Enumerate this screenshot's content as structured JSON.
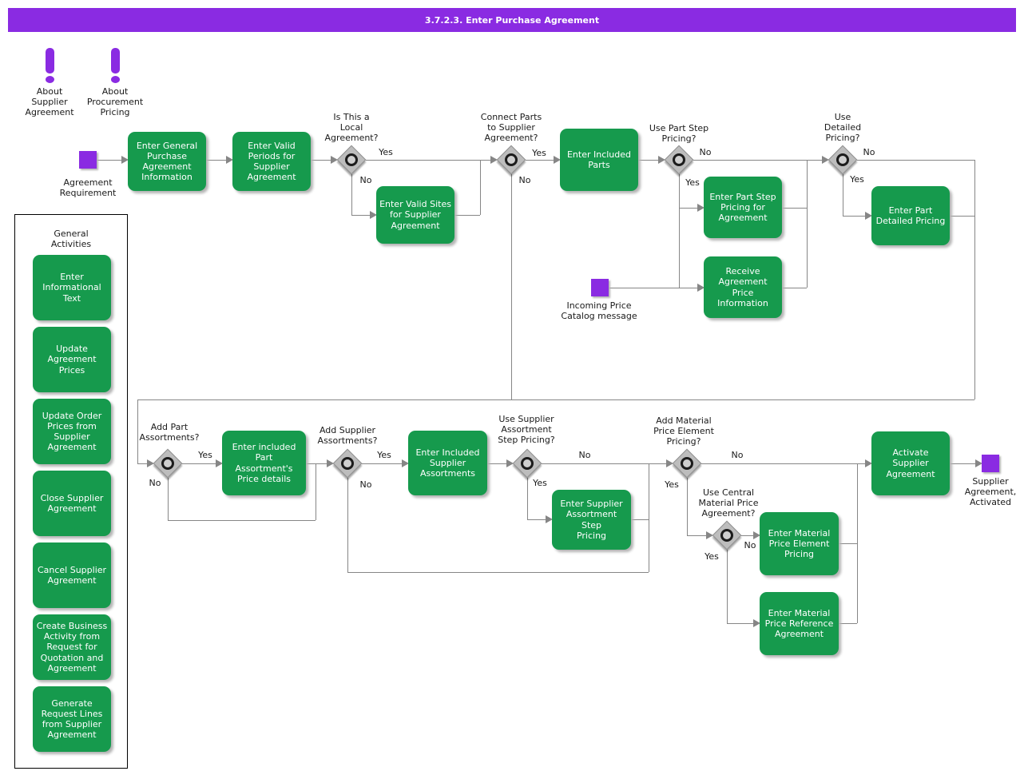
{
  "title": "3.7.2.3. Enter Purchase Agreement",
  "colors": {
    "accent_purple": "#8a2be2",
    "task_green": "#169a4d",
    "connector_gray": "#868686",
    "gateway_gray": "#bdbdbd"
  },
  "info_icons": [
    {
      "icon": "exclamation-icon",
      "label": "About\nSupplier\nAgreement"
    },
    {
      "icon": "exclamation-icon",
      "label": "About\nProcurement\nPricing"
    }
  ],
  "events": [
    {
      "label": "Agreement\nRequirement"
    },
    {
      "label": "Incoming Price\nCatalog message"
    },
    {
      "label": "Supplier\nAgreement,\nActivated"
    }
  ],
  "tasks": [
    {
      "label": "Enter General\nPurchase\nAgreement\nInformation"
    },
    {
      "label": "Enter Valid\nPeriods for\nSupplier\nAgreement"
    },
    {
      "label": "Enter Valid Sites\nfor Supplier\nAgreement"
    },
    {
      "label": "Enter Included\nParts"
    },
    {
      "label": "Enter Part Step\nPricing for\nAgreement"
    },
    {
      "label": "Receive\nAgreement Price\nInformation"
    },
    {
      "label": "Enter Part\nDetailed Pricing"
    },
    {
      "label": "Enter included\nPart\nAssortment's\nPrice details"
    },
    {
      "label": "Enter Included\nSupplier\nAssortments"
    },
    {
      "label": "Enter Supplier\nAssortment Step\nPricing"
    },
    {
      "label": "Enter Material\nPrice Element\nPricing"
    },
    {
      "label": "Enter Material\nPrice Reference\nAgreement"
    },
    {
      "label": "Activate\nSupplier\nAgreement"
    }
  ],
  "gateways": [
    {
      "question": "Is This a\nLocal\nAgreement?",
      "branch_right": "Yes",
      "branch_down": "No"
    },
    {
      "question": "Connect Parts\nto Supplier\nAgreement?",
      "branch_right": "Yes",
      "branch_down": "No"
    },
    {
      "question": "Use Part Step\nPricing?",
      "branch_right": "No",
      "branch_down": "Yes"
    },
    {
      "question": "Use\nDetailed\nPricing?",
      "branch_right": "No",
      "branch_down": "Yes"
    },
    {
      "question": "Add Part\nAssortments?",
      "branch_right": "Yes",
      "branch_down": "No"
    },
    {
      "question": "Add Supplier\nAssortments?",
      "branch_right": "Yes",
      "branch_down": "No"
    },
    {
      "question": "Use Supplier\nAssortment\nStep Pricing?",
      "branch_right": "No",
      "branch_down": "Yes"
    },
    {
      "question": "Add Material\nPrice Element\nPricing?",
      "branch_right": "No",
      "branch_down": "Yes"
    },
    {
      "question": "Use Central\nMaterial Price\nAgreement?",
      "branch_right": "No",
      "branch_down": "Yes"
    }
  ],
  "sidebar": {
    "title": "General\nActivities",
    "items": [
      {
        "label": "Enter\nInformational\nText"
      },
      {
        "label": "Update\nAgreement\nPrices"
      },
      {
        "label": "Update Order\nPrices from\nSupplier\nAgreement"
      },
      {
        "label": "Close Supplier\nAgreement"
      },
      {
        "label": "Cancel Supplier\nAgreement"
      },
      {
        "label": "Create Business\nActivity from\nRequest for\nQuotation and\nAgreement"
      },
      {
        "label": "Generate\nRequest Lines\nfrom Supplier\nAgreement"
      }
    ]
  }
}
